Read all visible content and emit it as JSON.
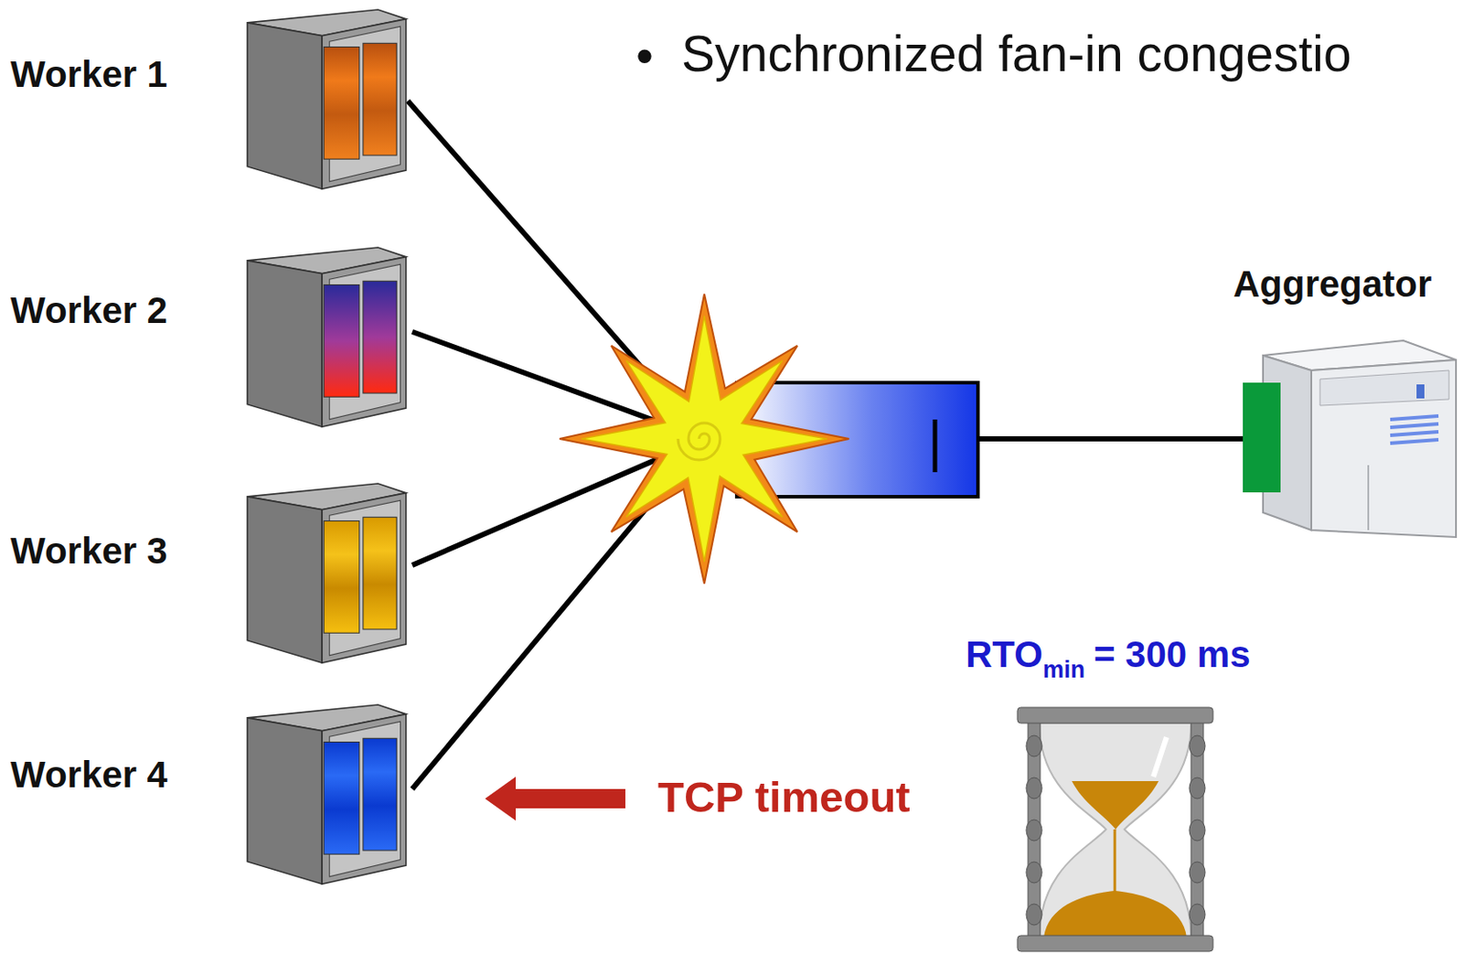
{
  "diagram": {
    "nodes": [
      {
        "text": [
          "Worker 1"
        ]
      },
      {
        "text": [
          "Worker 2"
        ]
      },
      {
        "text": [
          "Worker 3"
        ]
      },
      {
        "text": [
          "Worker 4"
        ]
      },
      {
        "text": [
          "Aggregator"
        ]
      }
    ],
    "edges": [
      {
        "from": 0,
        "to": 4,
        "arrow": "none"
      },
      {
        "from": 1,
        "to": 4,
        "arrow": "none"
      },
      {
        "from": 2,
        "to": 4,
        "arrow": "none"
      },
      {
        "from": 3,
        "to": 4,
        "arrow": "none"
      }
    ],
    "labels": [
      "•",
      "Synchronized fan-in congestio",
      "RTO",
      "min",
      "= 300 ms",
      "TCP timeout"
    ]
  }
}
